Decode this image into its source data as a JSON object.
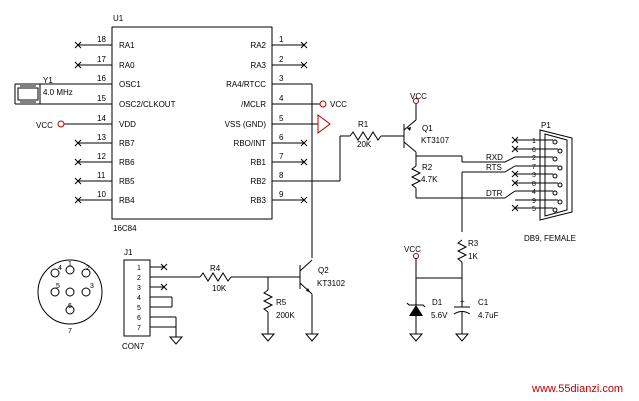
{
  "u1": {
    "ref": "U1",
    "part": "16C84",
    "left_pins": [
      {
        "num": "18",
        "name": "RA1"
      },
      {
        "num": "17",
        "name": "RA0"
      },
      {
        "num": "16",
        "name": "OSC1"
      },
      {
        "num": "15",
        "name": "OSC2/CLKOUT"
      },
      {
        "num": "14",
        "name": "VDD"
      },
      {
        "num": "13",
        "name": "RB7"
      },
      {
        "num": "12",
        "name": "RB6"
      },
      {
        "num": "11",
        "name": "RB5"
      },
      {
        "num": "10",
        "name": "RB4"
      }
    ],
    "right_pins": [
      {
        "num": "1",
        "name": "RA2"
      },
      {
        "num": "2",
        "name": "RA3"
      },
      {
        "num": "3",
        "name": "RA4/RTCC"
      },
      {
        "num": "4",
        "name": "/MCLR"
      },
      {
        "num": "5",
        "name": "VSS (GND)"
      },
      {
        "num": "6",
        "name": "RBO/INT"
      },
      {
        "num": "7",
        "name": "RB1"
      },
      {
        "num": "8",
        "name": "RB2"
      },
      {
        "num": "9",
        "name": "RB3"
      }
    ]
  },
  "y1": {
    "ref": "Y1",
    "value": "4.0 MHz"
  },
  "vcc": "VCC",
  "r1": {
    "ref": "R1",
    "value": "20K"
  },
  "r2": {
    "ref": "R2",
    "value": "4.7K"
  },
  "r3": {
    "ref": "R3",
    "value": "1K"
  },
  "r4": {
    "ref": "R4",
    "value": "10K"
  },
  "r5": {
    "ref": "R5",
    "value": "200K"
  },
  "q1": {
    "ref": "Q1",
    "part": "KT3107"
  },
  "q2": {
    "ref": "Q2",
    "part": "KT3102"
  },
  "d1": {
    "ref": "D1",
    "value": "5.6V"
  },
  "c1": {
    "ref": "C1",
    "value": "4.7uF"
  },
  "p1": {
    "ref": "P1",
    "part": "DB9, FEMALE",
    "pins": [
      "1",
      "6",
      "2",
      "7",
      "3",
      "8",
      "4",
      "9",
      "5"
    ],
    "signals": {
      "rxd": "RXD",
      "rts": "RTS",
      "dtr": "DTR"
    }
  },
  "j1": {
    "ref": "J1",
    "part": "CON7",
    "pins": [
      "1",
      "2",
      "3",
      "4",
      "5",
      "6",
      "7"
    ]
  },
  "mini_din": {
    "pins": [
      "1",
      "2",
      "3",
      "4",
      "5",
      "6",
      "7"
    ]
  },
  "watermark": "www.55dianzi.com"
}
